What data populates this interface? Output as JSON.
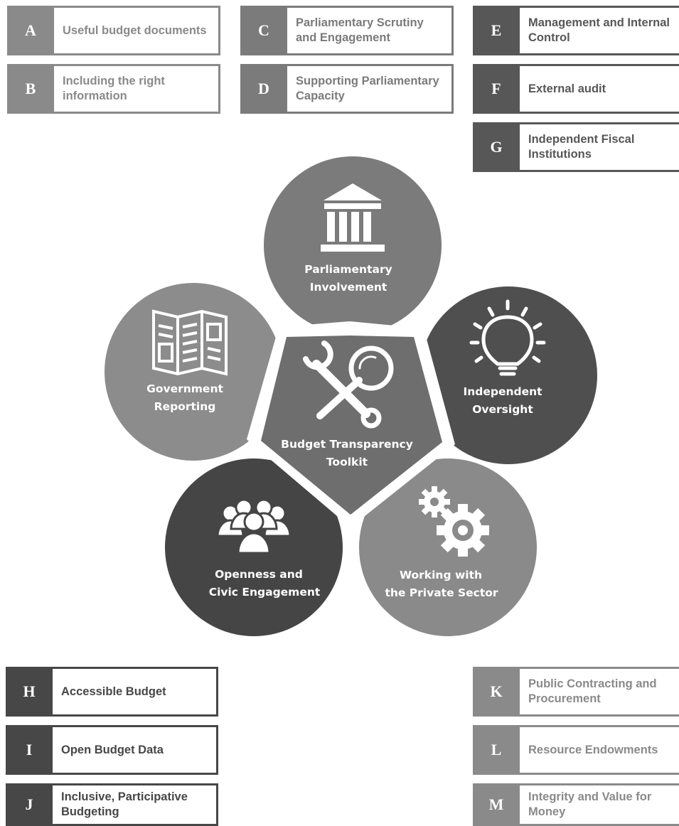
{
  "colors": {
    "mid": "#8a8a8a",
    "dark": "#575757",
    "darker": "#474747",
    "pentagon": "#6e6e6e",
    "circle_top": "#7b7b7b",
    "circle_left": "#8c8c8c",
    "circle_right": "#4f4f4f",
    "circle_bl": "#454545",
    "circle_br": "#8a8a8a"
  },
  "center": {
    "line1": "Budget Transparency",
    "line2": "Toolkit",
    "icon": "wrench-magnifier-icon"
  },
  "circles": {
    "top": {
      "line1": "Parliamentary",
      "line2": "Involvement",
      "icon": "parliament-building-icon"
    },
    "left": {
      "line1": "Government",
      "line2": "Reporting",
      "icon": "brochure-icon"
    },
    "right": {
      "line1": "Independent",
      "line2": "Oversight",
      "icon": "lightbulb-icon"
    },
    "bl": {
      "line1": "Openness and",
      "line2": "Civic Engagement",
      "icon": "people-group-icon"
    },
    "br": {
      "line1": "Working with",
      "line2": "the Private Sector",
      "icon": "gears-icon"
    }
  },
  "boxes": {
    "A": {
      "letter": "A",
      "text": "Useful budget documents"
    },
    "B": {
      "letter": "B",
      "text": "Including the right information"
    },
    "C": {
      "letter": "C",
      "text": "Parliamentary Scrutiny and Engagement"
    },
    "D": {
      "letter": "D",
      "text": "Supporting Parliamentary Capacity"
    },
    "E": {
      "letter": "E",
      "text": "Management and Internal Control"
    },
    "F": {
      "letter": "F",
      "text": "External audit"
    },
    "G": {
      "letter": "G",
      "text": "Independent Fiscal Institutions"
    },
    "H": {
      "letter": "H",
      "text": "Accessible Budget"
    },
    "I": {
      "letter": "I",
      "text": "Open Budget Data"
    },
    "J": {
      "letter": "J",
      "text": "Inclusive, Participative Budgeting"
    },
    "K": {
      "letter": "K",
      "text": "Public Contracting and Procurement"
    },
    "L": {
      "letter": "L",
      "text": "Resource Endowments"
    },
    "M": {
      "letter": "M",
      "text": "Integrity and Value for Money"
    }
  }
}
